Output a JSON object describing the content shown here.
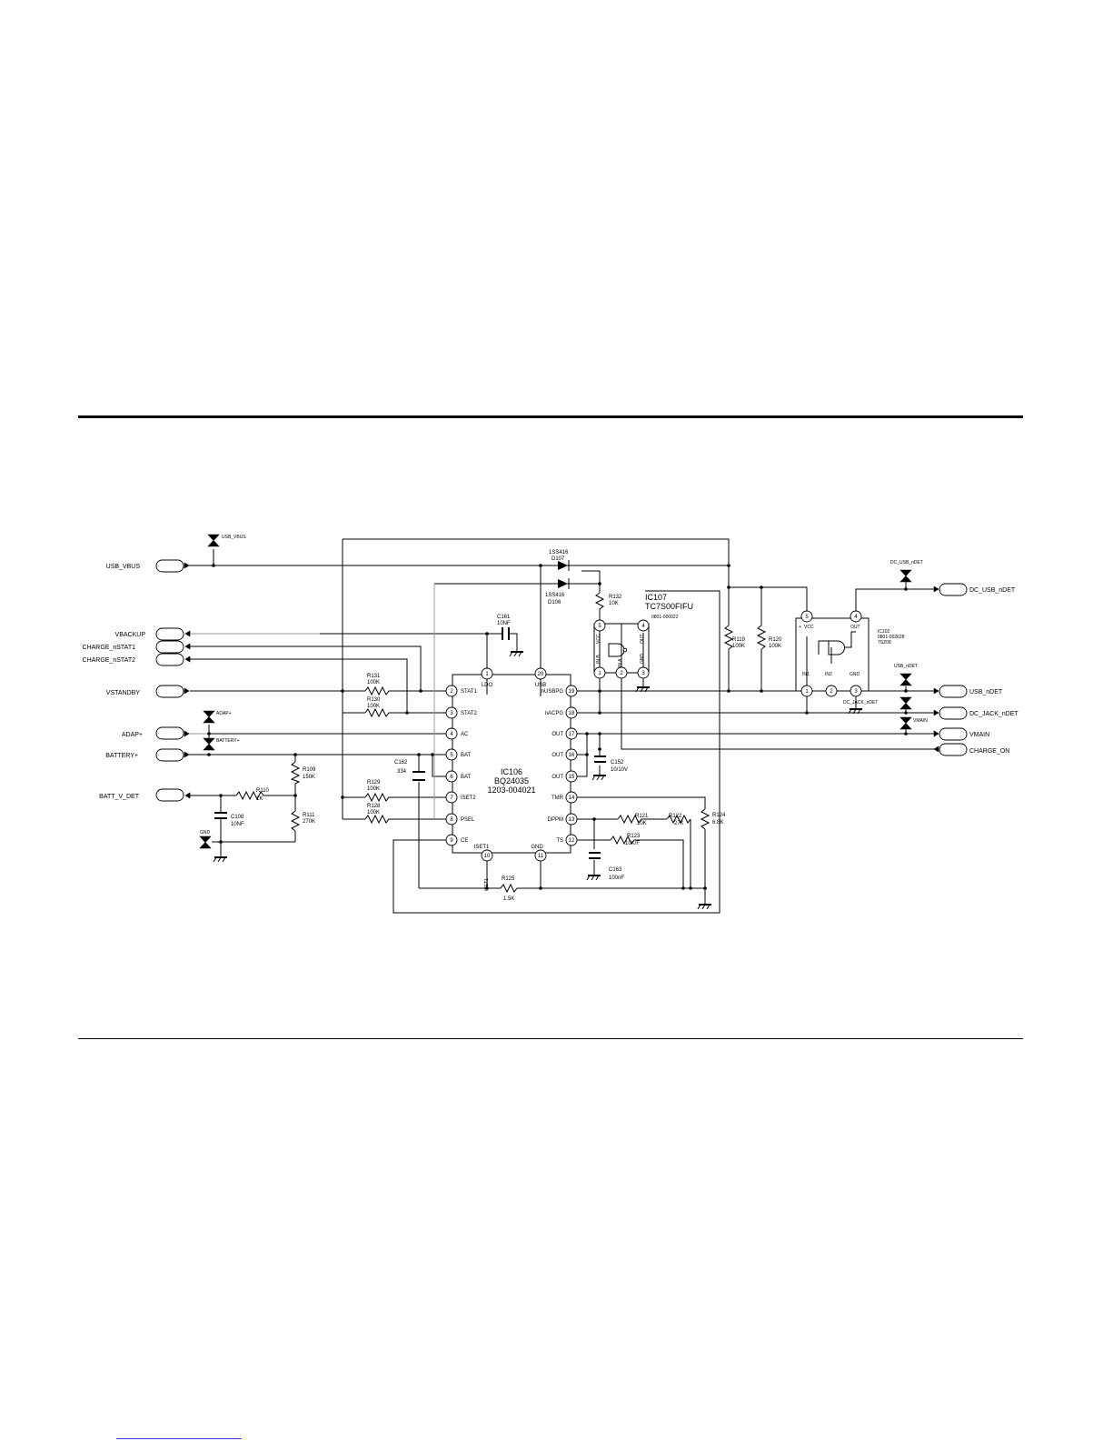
{
  "ports_left": [
    {
      "id": "usb_vbus",
      "label": "USB_VBUS"
    },
    {
      "id": "vbackup",
      "label": "VBACKUP"
    },
    {
      "id": "charge_nstat1",
      "label": "CHARGE_nSTAT1"
    },
    {
      "id": "charge_nstat2",
      "label": "CHARGE_nSTAT2"
    },
    {
      "id": "vstandby",
      "label": "VSTANDBY"
    },
    {
      "id": "adap",
      "label": "ADAP+"
    },
    {
      "id": "battery",
      "label": "BATTERY+"
    },
    {
      "id": "batt_v_det",
      "label": "BATT_V_DET"
    }
  ],
  "ports_right": [
    {
      "id": "dc_usb_ndet",
      "label": "DC_USB_nDET"
    },
    {
      "id": "usb_ndet",
      "label": "USB_nDET"
    },
    {
      "id": "dc_jack_ndet",
      "label": "DC_JACK_nDET"
    },
    {
      "id": "vmain",
      "label": "VMAIN"
    },
    {
      "id": "charge_on",
      "label": "CHARGE_ON"
    }
  ],
  "testpoints": {
    "usb_vbus": "USB_VBUS",
    "adap": "ADAP+",
    "battery": "BATTERY+",
    "gnd": "GND",
    "dc_usb_ndet": "DC_USB_nDET",
    "usb_ndet": "USB_nDET",
    "dc_jack_ndet": "DC_JACK_nDET",
    "vmain": "VMAIN"
  },
  "ic106": {
    "ref": "IC106",
    "part": "BQ24035",
    "code": "1203-004021",
    "pins_left": [
      {
        "num": "2",
        "name": "STAT1"
      },
      {
        "num": "3",
        "name": "STAT2"
      },
      {
        "num": "4",
        "name": "AC"
      },
      {
        "num": "5",
        "name": "BAT"
      },
      {
        "num": "6",
        "name": "BAT"
      },
      {
        "num": "7",
        "name": "ISET2"
      },
      {
        "num": "8",
        "name": "PSEL"
      },
      {
        "num": "9",
        "name": "CE"
      }
    ],
    "pins_right": [
      {
        "num": "19",
        "name": "nUSBPG"
      },
      {
        "num": "18",
        "name": "nACPG"
      },
      {
        "num": "17",
        "name": "OUT"
      },
      {
        "num": "16",
        "name": "OUT"
      },
      {
        "num": "15",
        "name": "OUT"
      },
      {
        "num": "14",
        "name": "TMR"
      },
      {
        "num": "13",
        "name": "DPPM"
      },
      {
        "num": "12",
        "name": "TS"
      }
    ],
    "pins_top": [
      {
        "num": "1",
        "name": "LDO"
      },
      {
        "num": "20",
        "name": "USB"
      }
    ],
    "pins_bottom": [
      {
        "num": "10",
        "name": "ISET1"
      },
      {
        "num": "11",
        "name": "GND"
      }
    ]
  },
  "ic107": {
    "ref": "IC107",
    "part": "TC7S00FIFU",
    "code": "0801-000022",
    "pins": [
      {
        "num": "5",
        "name": "VCC"
      },
      {
        "num": "4",
        "name": "OUT"
      },
      {
        "num": "1",
        "name": "IN B"
      },
      {
        "num": "2",
        "name": "IN A"
      },
      {
        "num": "3",
        "name": "GND"
      }
    ]
  },
  "ic102": {
    "ref": "IC102",
    "code": "0801-002628",
    "pkg": "7SZ08",
    "pins": [
      {
        "num": "5",
        "name": "VCC"
      },
      {
        "num": "4",
        "name": "OUT"
      },
      {
        "num": "1",
        "name": "IN1"
      },
      {
        "num": "2",
        "name": "IN2"
      },
      {
        "num": "3",
        "name": "GND"
      }
    ],
    "plus": "+"
  },
  "diodes": [
    {
      "ref": "D107",
      "part": "1SS416"
    },
    {
      "ref": "D106",
      "part": "1SS416"
    }
  ],
  "resistors": [
    {
      "ref": "R131",
      "value": "100K"
    },
    {
      "ref": "R130",
      "value": "100K"
    },
    {
      "ref": "R132",
      "value": "10K"
    },
    {
      "ref": "R119",
      "value": "100K"
    },
    {
      "ref": "R120",
      "value": "100K"
    },
    {
      "ref": "R109",
      "value": "150K"
    },
    {
      "ref": "R110",
      "value": "1K"
    },
    {
      "ref": "R111",
      "value": "270K"
    },
    {
      "ref": "R129",
      "value": "100K"
    },
    {
      "ref": "R128",
      "value": "100K"
    },
    {
      "ref": "R121",
      "value": "10K"
    },
    {
      "ref": "R122",
      "value": "27K"
    },
    {
      "ref": "R123",
      "value": "10K/F"
    },
    {
      "ref": "R124",
      "value": "6.8K"
    },
    {
      "ref": "R125",
      "value": "1.5K"
    }
  ],
  "capacitors": [
    {
      "ref": "C161",
      "value": "10NF"
    },
    {
      "ref": "C162",
      "value": "334"
    },
    {
      "ref": "C152",
      "value": "10/10V"
    },
    {
      "ref": "C163",
      "value": "100nF"
    },
    {
      "ref": "C108",
      "value": "10NF"
    }
  ],
  "nets": {
    "iset1": "ISET1"
  }
}
